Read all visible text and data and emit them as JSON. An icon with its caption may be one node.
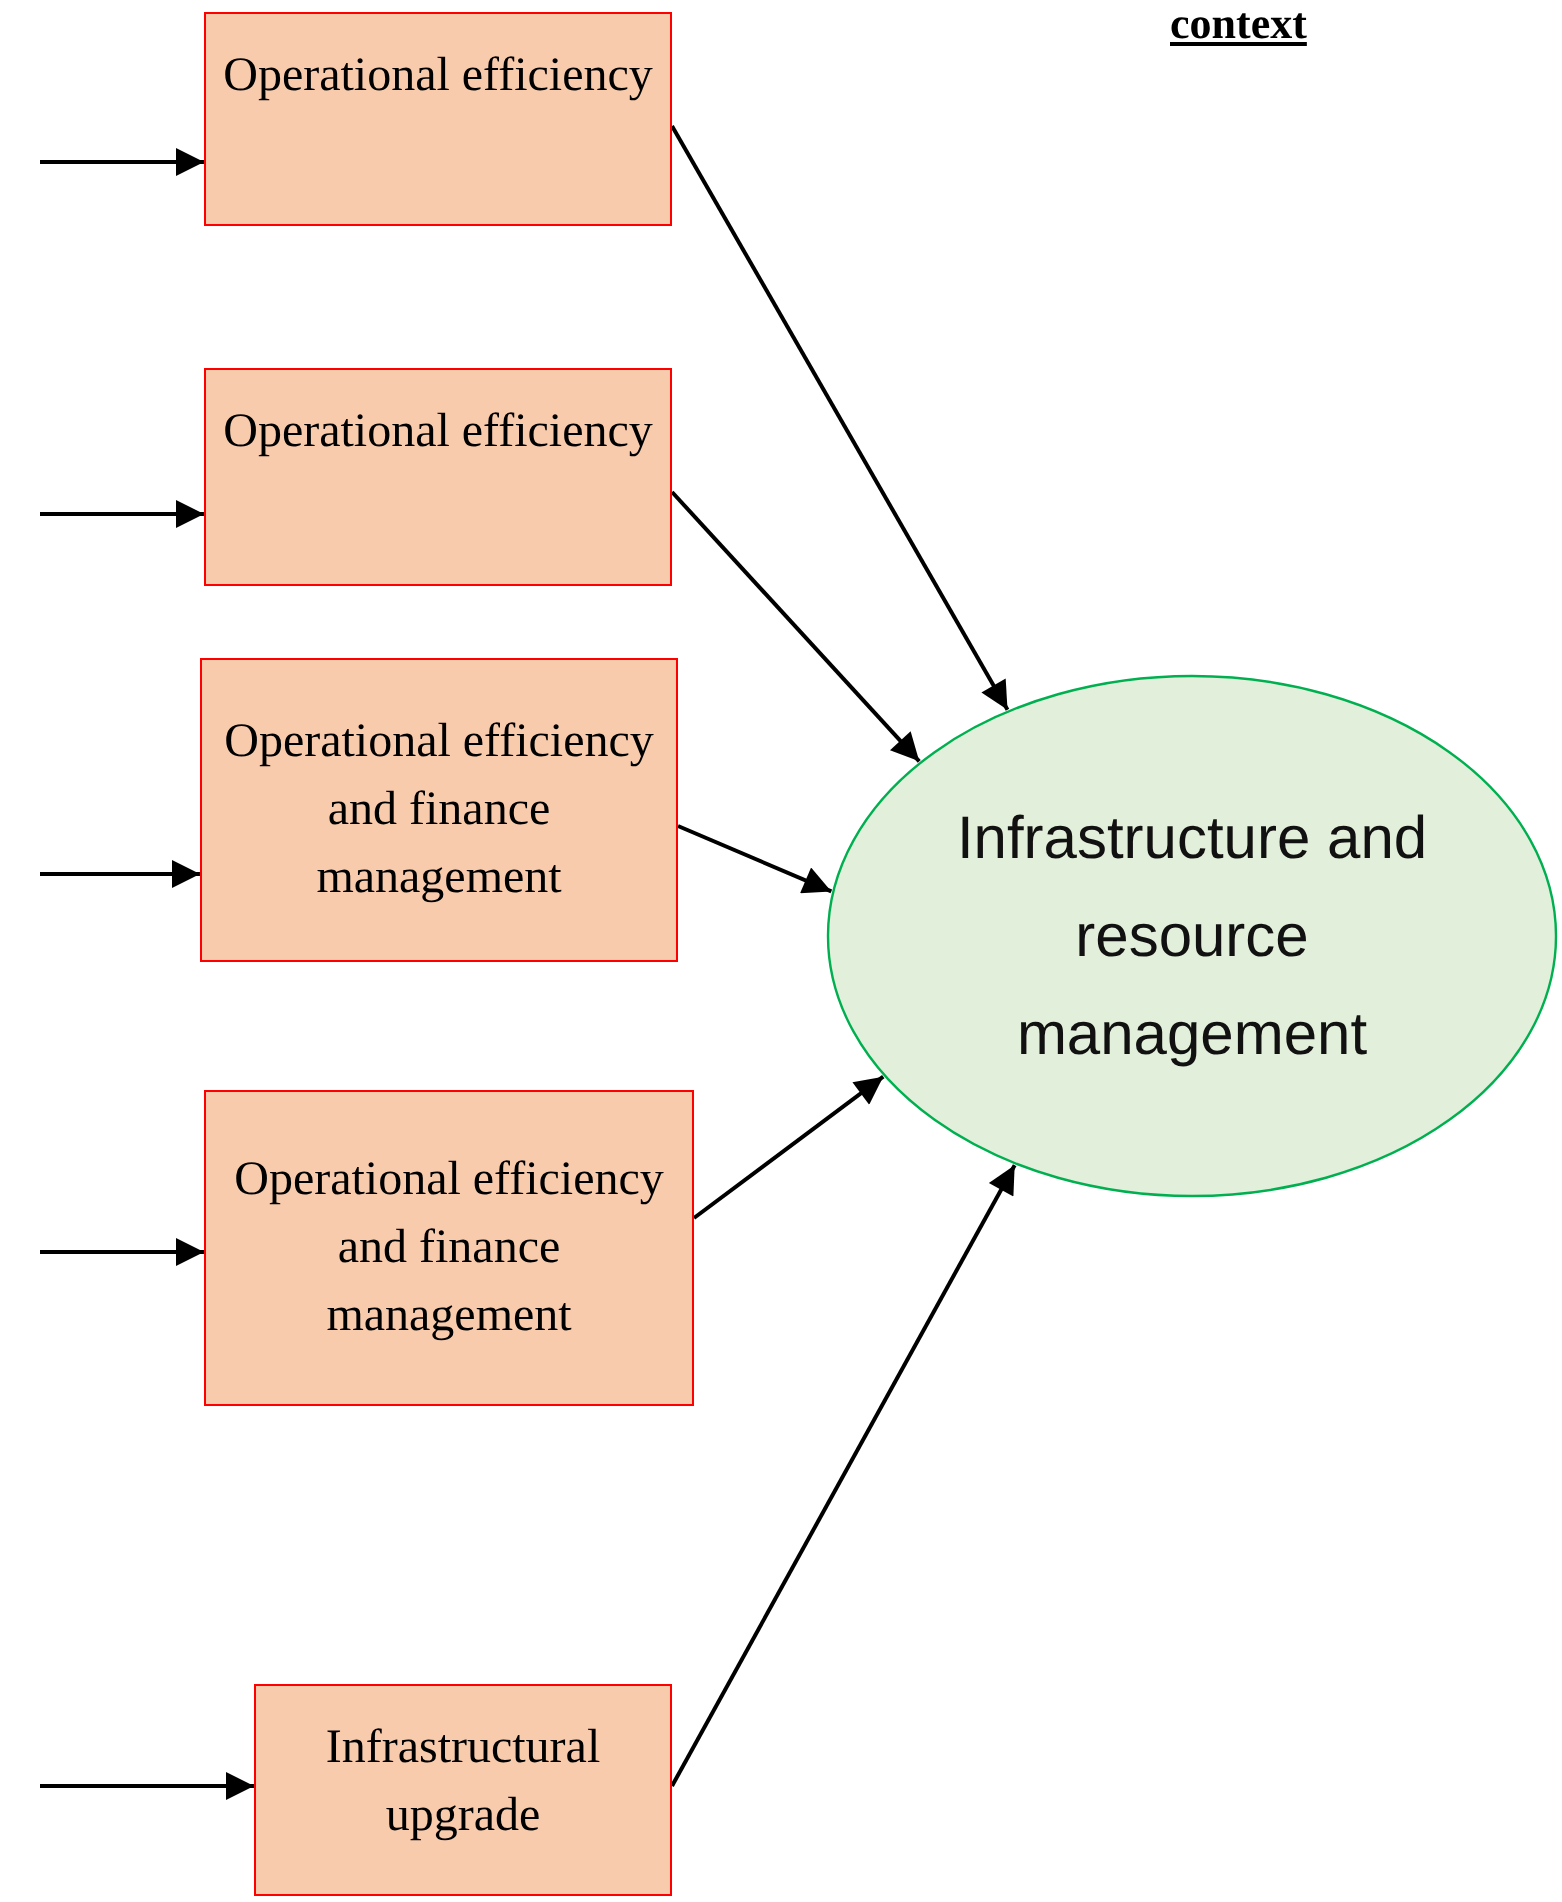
{
  "diagram": {
    "nodes": [
      {
        "text": [
          "Operational efficiency"
        ]
      },
      {
        "text": [
          "Operational efficiency"
        ]
      },
      {
        "text": [
          "Operational efficiency and finance management"
        ]
      },
      {
        "text": [
          "Operational efficiency and finance management"
        ]
      },
      {
        "text": [
          "Infrastructural upgrade"
        ]
      },
      {
        "text": [
          "Infrastructure and resource management"
        ]
      }
    ],
    "edges": [
      {
        "from": null,
        "to": 0,
        "arrow": "to"
      },
      {
        "from": null,
        "to": 1,
        "arrow": "to"
      },
      {
        "from": null,
        "to": 2,
        "arrow": "to"
      },
      {
        "from": null,
        "to": 3,
        "arrow": "to"
      },
      {
        "from": null,
        "to": 4,
        "arrow": "to"
      },
      {
        "from": 0,
        "to": 5,
        "arrow": "to"
      },
      {
        "from": 1,
        "to": 5,
        "arrow": "to"
      },
      {
        "from": 2,
        "to": 5,
        "arrow": "to"
      },
      {
        "from": 3,
        "to": 5,
        "arrow": "to"
      },
      {
        "from": 4,
        "to": 5,
        "arrow": "to"
      }
    ],
    "labels": [
      "context"
    ]
  }
}
